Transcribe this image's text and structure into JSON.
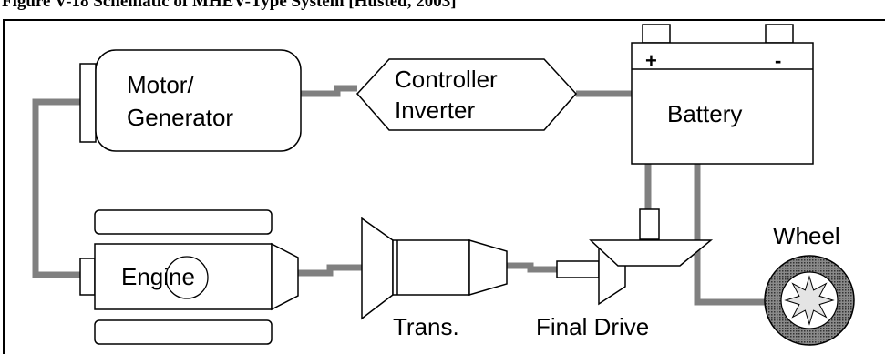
{
  "figure": {
    "caption": "Figure V-18 Schematic of MHEV-Type System [Husted, 2003]"
  },
  "components": {
    "motor_label_line1": "Motor/",
    "motor_label_line2": "Generator",
    "controller_label_line1": "Controller",
    "controller_label_line2": "Inverter",
    "battery_label": "Battery",
    "battery_plus": "+",
    "battery_minus": "-",
    "engine_label": "Engine",
    "trans_label": "Trans.",
    "final_drive_label": "Final Drive",
    "wheel_label": "Wheel"
  },
  "colors": {
    "stroke": "#000000",
    "connector": "#808080",
    "wheel_tread": "#555555",
    "wheel_hub": "#ffffff"
  }
}
